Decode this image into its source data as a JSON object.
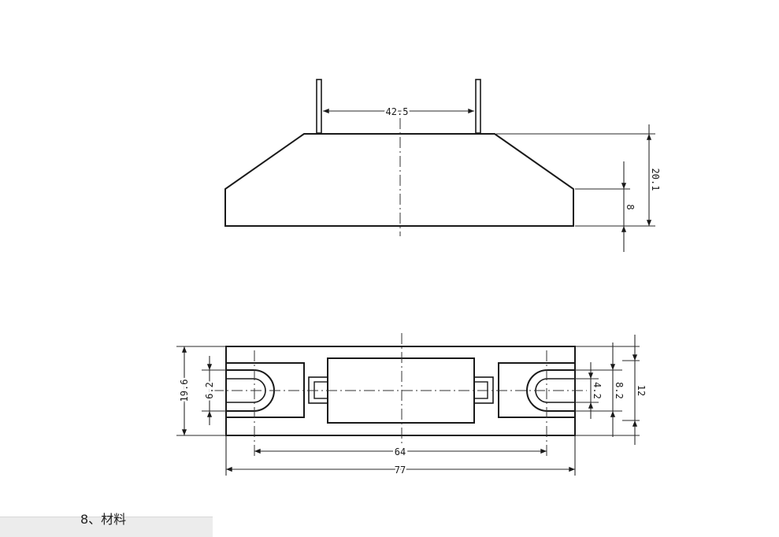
{
  "dimensions": {
    "terminal_spacing": "42.5",
    "total_height": "20.1",
    "base_height": "8",
    "width_outer": "19.6",
    "slot_width_left": "6.2",
    "slot_inner_right": "4.2",
    "slot_outer_right": "8.2",
    "width_right": "12",
    "mount_hole_spacing": "64",
    "total_length": "77"
  },
  "footer": {
    "section_label": "8、材料"
  },
  "colors": {
    "line": "#1a1a1a",
    "background": "#ffffff"
  }
}
